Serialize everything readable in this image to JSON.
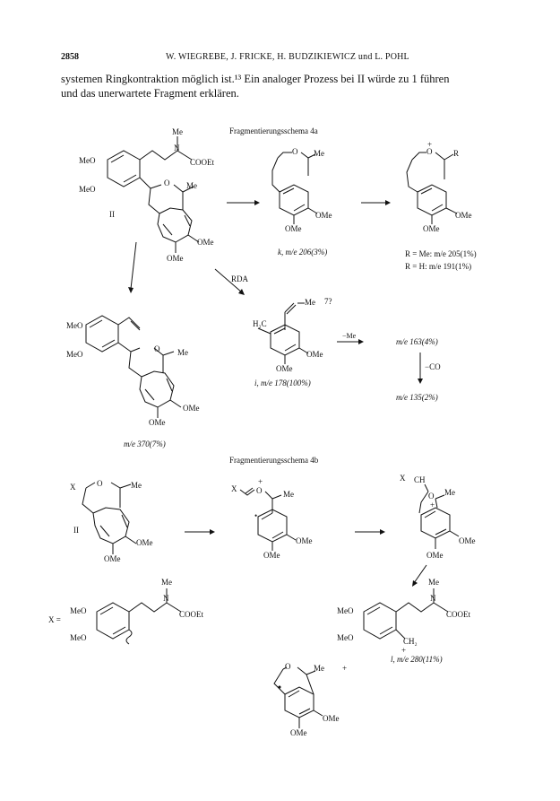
{
  "header": {
    "page_number": "2858",
    "authors": "W. WIEGREBE, J. FRICKE, H. BUDZIKIEWICZ und L. POHL"
  },
  "paragraph": {
    "line1": "systemen Ringkontraktion möglich ist.¹³ Ein analoger Prozess bei II würde zu 1 führen",
    "line2": "und das unerwartete Fragment erklären."
  },
  "scheme_4a": {
    "caption": "Fragmentierungsschema 4a",
    "compound_II_label": "II",
    "ion_k": "k, m/e 206(3%)",
    "ion_R_me": "R = Me: m/e 205(1%)",
    "ion_R_h": "R = H: m/e 191(1%)",
    "rda": "RDA",
    "ion_i": "i, m/e 178(100%)",
    "loss_me": "−Me",
    "m163": "m/e 163(4%)",
    "loss_co": "−CO",
    "m135": "m/e 135(2%)",
    "m370": "m/e 370(7%)",
    "label_7": "7?"
  },
  "scheme_4b": {
    "caption": "Fragmentierungsschema 4b",
    "compound_II_label": "II",
    "x_def": "X =",
    "ion_l": "l, m/e 280(11%)",
    "plus": "+"
  },
  "groups": {
    "meo": "MeO",
    "ome": "OMe",
    "me": "Me",
    "cooet": "COOEt",
    "n": "N",
    "o": "O",
    "x": "X",
    "r": "R",
    "h2c": "H₂C",
    "ch2": "CH₂",
    "ch": "CH"
  }
}
